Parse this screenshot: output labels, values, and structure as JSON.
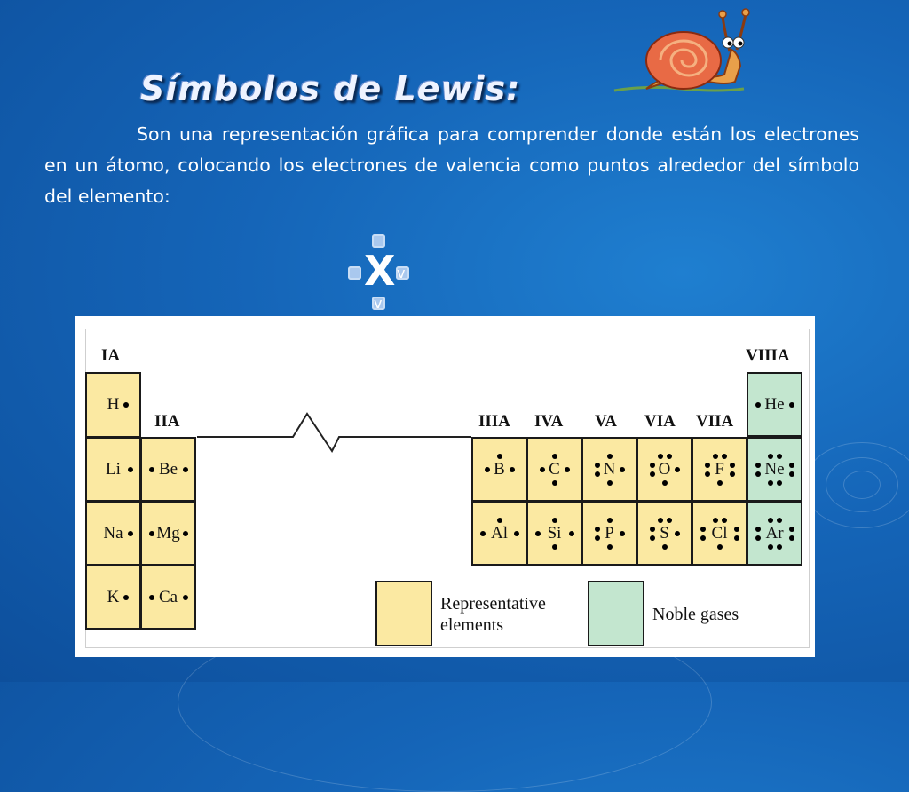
{
  "slide": {
    "title": "Símbolos de Lewis:",
    "intro": "Son una representación gráfica para comprender donde están los electrones en un átomo, colocando los electrones de valencia como puntos alrededor del símbolo del elemento:",
    "lewis_symbol": "X",
    "v_labels": [
      "v",
      "v"
    ]
  },
  "figure": {
    "groups": [
      "IA",
      "IIA",
      "IIIA",
      "IVA",
      "VA",
      "VIA",
      "VIIA",
      "VIIIA"
    ],
    "elements": [
      {
        "symbol": "H",
        "group": "IA",
        "electrons": 1
      },
      {
        "symbol": "Li",
        "group": "IA",
        "electrons": 1
      },
      {
        "symbol": "Na",
        "group": "IA",
        "electrons": 1
      },
      {
        "symbol": "K",
        "group": "IA",
        "electrons": 1
      },
      {
        "symbol": "Be",
        "group": "IIA",
        "electrons": 2
      },
      {
        "symbol": "Mg",
        "group": "IIA",
        "electrons": 2
      },
      {
        "symbol": "Ca",
        "group": "IIA",
        "electrons": 2
      },
      {
        "symbol": "B",
        "group": "IIIA",
        "electrons": 3
      },
      {
        "symbol": "Al",
        "group": "IIIA",
        "electrons": 3
      },
      {
        "symbol": "C",
        "group": "IVA",
        "electrons": 4
      },
      {
        "symbol": "Si",
        "group": "IVA",
        "electrons": 4
      },
      {
        "symbol": "N",
        "group": "VA",
        "electrons": 5
      },
      {
        "symbol": "P",
        "group": "VA",
        "electrons": 5
      },
      {
        "symbol": "O",
        "group": "VIA",
        "electrons": 6
      },
      {
        "symbol": "S",
        "group": "VIA",
        "electrons": 6
      },
      {
        "symbol": "F",
        "group": "VIIA",
        "electrons": 7
      },
      {
        "symbol": "Cl",
        "group": "VIIA",
        "electrons": 7
      },
      {
        "symbol": "He",
        "group": "VIIIA",
        "electrons": 2
      },
      {
        "symbol": "Ne",
        "group": "VIIIA",
        "electrons": 8
      },
      {
        "symbol": "Ar",
        "group": "VIIIA",
        "electrons": 8
      }
    ],
    "legend": {
      "representative_line1": "Representative",
      "representative_line2": "elements",
      "noble": "Noble  gases"
    },
    "colors": {
      "representative": "#fbe9a2",
      "noble": "#c3e6cf"
    }
  }
}
